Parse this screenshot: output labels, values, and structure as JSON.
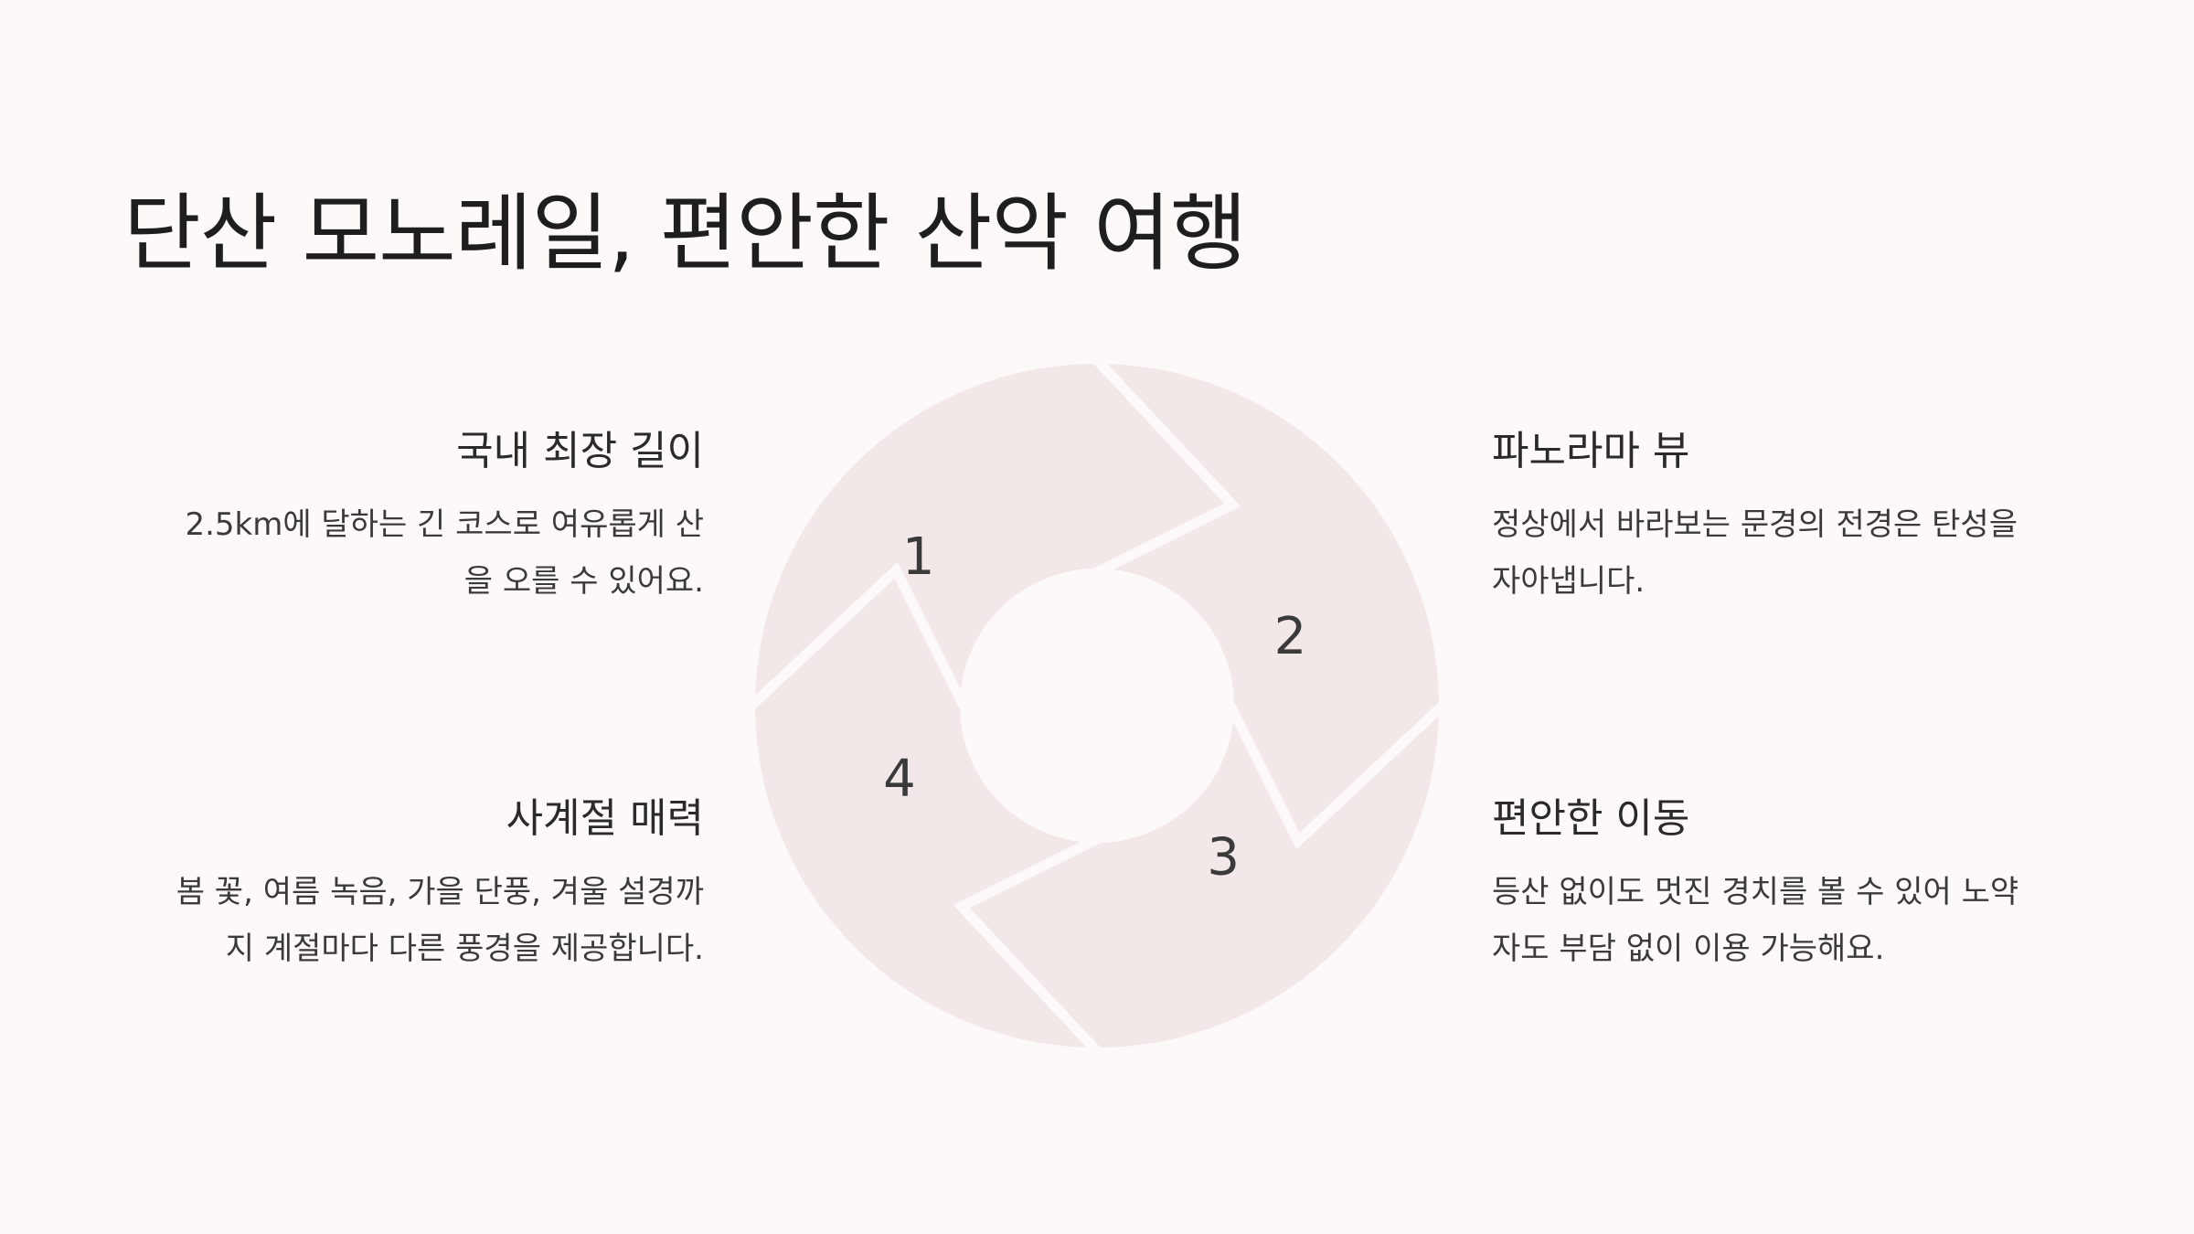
{
  "title": "단산 모노레일, 편안한 산악 여행",
  "colors": {
    "background": "#fdf9f8",
    "segment_fill": "#f2e8e7",
    "text": "#262626"
  },
  "steps": [
    {
      "number": "1",
      "title": "국내 최장 길이",
      "desc_lines": [
        "2.5km에 달하는 긴 코스로 여유롭게 산",
        "을 오를 수 있어요."
      ]
    },
    {
      "number": "2",
      "title": "파노라마 뷰",
      "desc_lines": [
        "정상에서 바라보는 문경의 전경은 탄성을",
        "자아냅니다."
      ]
    },
    {
      "number": "3",
      "title": "편안한 이동",
      "desc_lines": [
        "등산 없이도 멋진 경치를 볼 수 있어 노약",
        "자도 부담 없이 이용 가능해요."
      ]
    },
    {
      "number": "4",
      "title": "사계절 매력",
      "desc_lines": [
        "봄 꽃, 여름 녹음, 가을 단풍, 겨울 설경까",
        "지 계절마다 다른 풍경을 제공합니다."
      ]
    }
  ]
}
